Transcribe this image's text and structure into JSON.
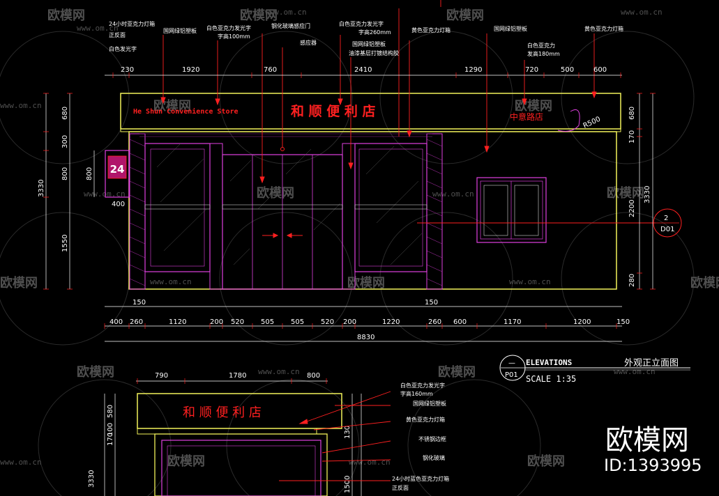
{
  "colors": {
    "background": "#000000",
    "yellow": "#f2f25a",
    "magenta": "#e040e0",
    "red": "#ff2020",
    "white": "#ffffff",
    "watermark": "#6a6a6a"
  },
  "top_dims": [
    "230",
    "1920",
    "760",
    "2410",
    "1290",
    "720",
    "500",
    "600"
  ],
  "bottom_dims_row1": [
    "150",
    "150"
  ],
  "bottom_dims_row2": [
    "400",
    "260",
    "1120",
    "200",
    "520",
    "505",
    "505",
    "520",
    "200",
    "1220",
    "260",
    "600",
    "1170",
    "1200",
    "150"
  ],
  "total_width": "8830",
  "left_dims": [
    "3330",
    "680",
    "300",
    "800",
    "1550",
    "800",
    "400"
  ],
  "right_dims": [
    "680",
    "170",
    "2200",
    "280",
    "3330"
  ],
  "annotations": {
    "a1_l1": "24小时亚克力灯箱",
    "a1_l2": "正反面",
    "a1_l3": "白色发光字",
    "a2": "国网绿铝塑板",
    "a3_l1": "白色亚克力发光字",
    "a3_l2": "字高100mm",
    "a4": "钢化玻璃感应门",
    "a5": "感应器",
    "a6_l1": "白色亚克力发光字",
    "a6_l2": "字高260mm",
    "a7_l1": "国网绿铝塑板",
    "a7_l2": "油漆基层打镀结构胶",
    "a8": "黄色亚克力灯箱",
    "a9": "国网绿铝塑板",
    "a10_l1": "白色亚克力",
    "a10_l2": "发高180mm",
    "a11": "黄色亚克力灯箱"
  },
  "sign": {
    "english": "He Shun Convenience Store",
    "chinese": "和 顺 便 利 店",
    "branch": "中意路店",
    "radius": "R500"
  },
  "lightbox_number": "24",
  "section_marker": {
    "num": "2",
    "sheet": "D01"
  },
  "title_block": {
    "dash": "—",
    "sheet": "P01",
    "title": "ELEVATIONS",
    "scale": "SCALE  1:35",
    "chinese": "外观正立面图"
  },
  "lower": {
    "dims": [
      "790",
      "1780",
      "800"
    ],
    "left_dims": [
      "580",
      "100",
      "170",
      "3330"
    ],
    "right_dims": [
      "130",
      "1500"
    ],
    "sign": "和 顺 便 利 店",
    "notes": [
      "白色亚克力发光字",
      "字高160mm",
      "国网绿铝塑板",
      "黄色亚克力灯箱",
      "不锈钢边框",
      "钢化玻璃",
      "24小时蓝色亚克力灯箱",
      "正反面"
    ]
  },
  "watermark": {
    "brand": "欧模网",
    "url": "www.om.cn",
    "big": "欧模网",
    "id": "ID:1393995"
  }
}
